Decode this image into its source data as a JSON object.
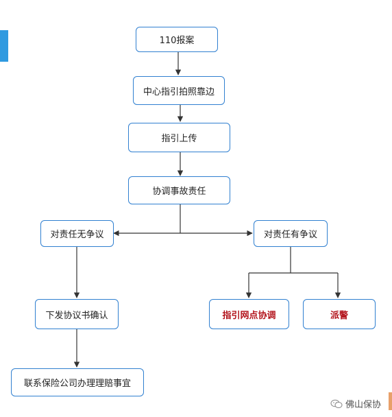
{
  "flowchart": {
    "nodes": {
      "report_110": "110报案",
      "center_guide": "中心指引拍照靠边",
      "guide_upload": "指引上传",
      "coordinate": "协调事故责任",
      "no_dispute": "对责任无争议",
      "dispute": "对责任有争议",
      "issue_agreement": "下发协议书确认",
      "insurance_claim": "联系保险公司办理理赔事宜",
      "guide_branch": "指引网点协调",
      "dispatch_police": "派警"
    },
    "highlight_color": "#b3141c",
    "border_color": "#2f7fd0"
  },
  "watermark": {
    "text": "佛山保协",
    "icon": "wechat-icon"
  }
}
